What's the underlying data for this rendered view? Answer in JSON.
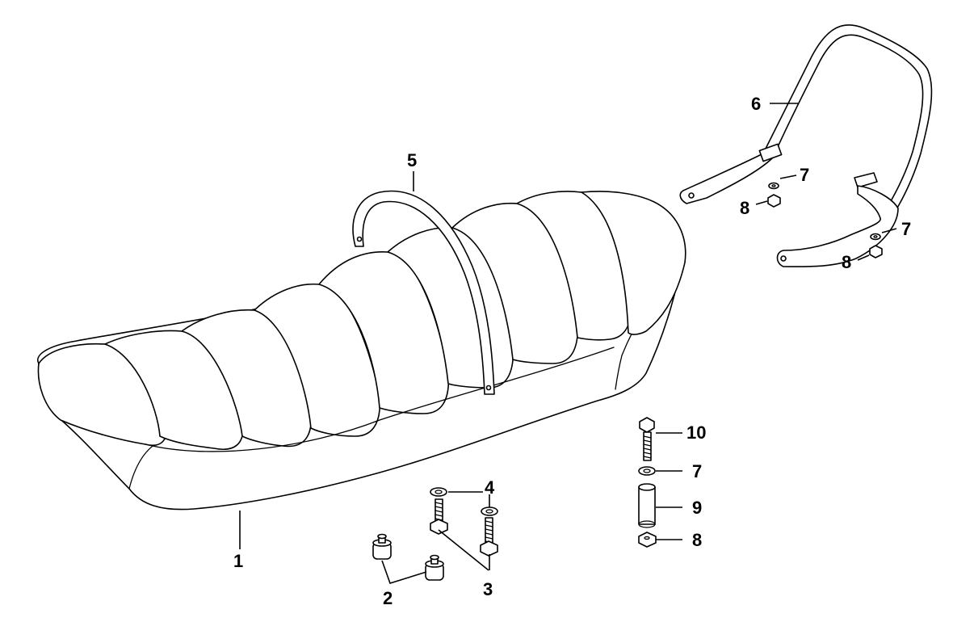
{
  "callouts": {
    "c1": "1",
    "c2": "2",
    "c3": "3",
    "c4": "4",
    "c5": "5",
    "c6": "6",
    "c7a": "7",
    "c7b": "7",
    "c7c": "7",
    "c8a": "8",
    "c8b": "8",
    "c8c": "8",
    "c9": "9",
    "c10": "10"
  }
}
